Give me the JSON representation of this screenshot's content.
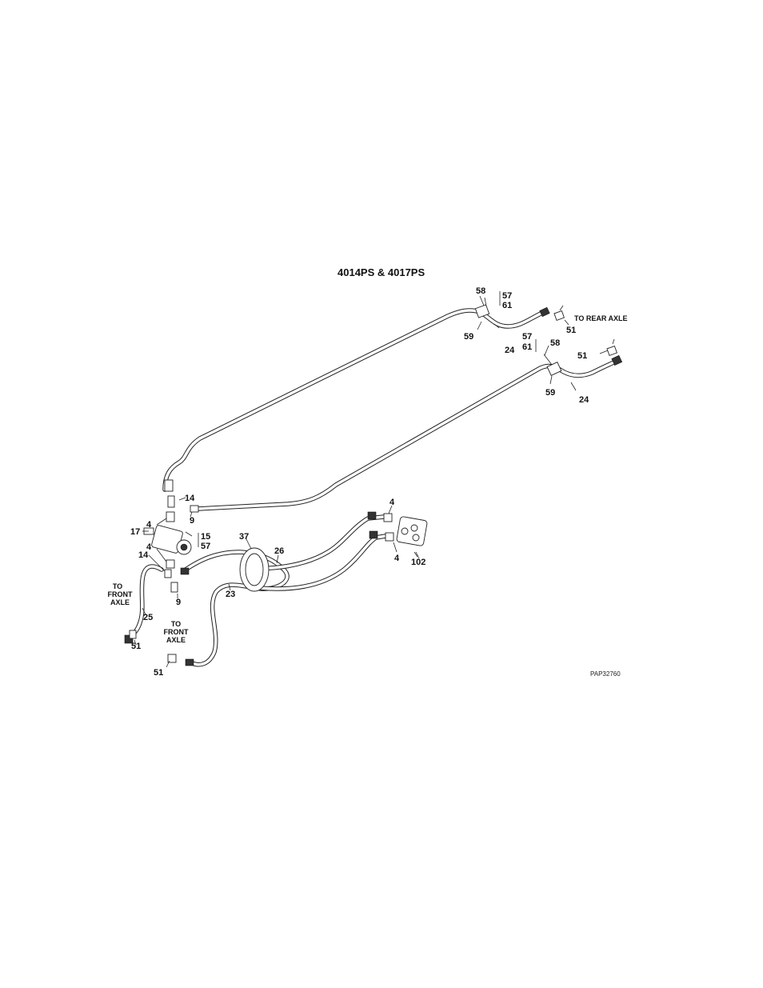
{
  "title": "4014PS & 4017PS",
  "figure_id": "PAP32760",
  "notes": {
    "to_rear_axle": "TO REAR AXLE",
    "to_front_axle_1": [
      "TO",
      "FRONT",
      "AXLE"
    ],
    "to_front_axle_2": [
      "TO",
      "FRONT",
      "AXLE"
    ]
  },
  "callouts": {
    "c58a": "58",
    "c57a": "57",
    "c61a": "61",
    "c51a": "51",
    "c59a": "59",
    "c24a": "24",
    "c57b": "57",
    "c61b": "61",
    "c58b": "58",
    "c51b": "51",
    "c59b": "59",
    "c24b": "24",
    "c14a": "14",
    "c9a": "9",
    "c4a": "4",
    "c17": "17",
    "c15": "15",
    "c57c": "57",
    "c4b": "4",
    "c14b": "14",
    "c9b": "9",
    "c25": "25",
    "c51c": "51",
    "c37": "37",
    "c26": "26",
    "c23": "23",
    "c4c": "4",
    "c4d": "4",
    "c102": "102",
    "c51d": "51"
  }
}
